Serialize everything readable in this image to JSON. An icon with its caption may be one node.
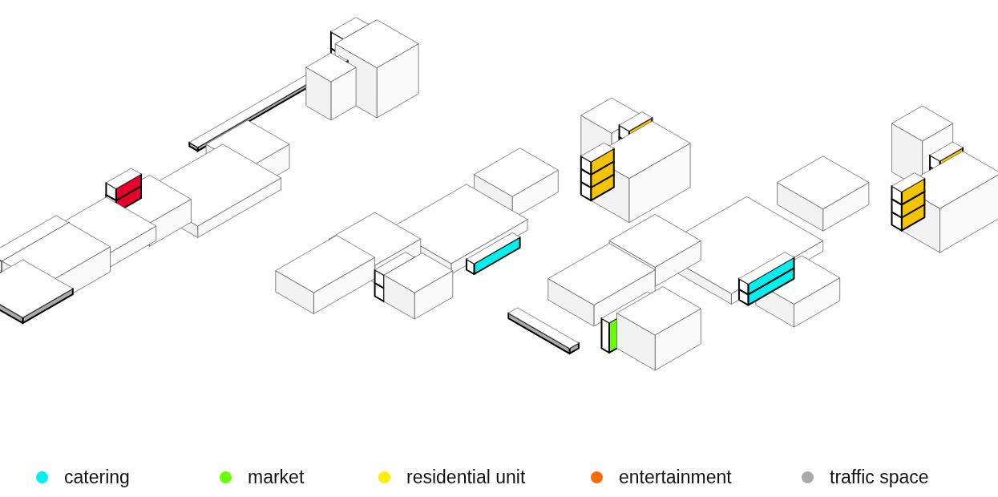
{
  "diagram": {
    "legend": [
      {
        "text": "catering",
        "color": "#00f0f0"
      },
      {
        "text": "market",
        "color": "#66ff00"
      },
      {
        "text": "residential unit",
        "color": "#ffee00"
      },
      {
        "text": "entertainment",
        "color": "#ff6a00"
      },
      {
        "text": "traffic space",
        "color": "#aaaaaa"
      }
    ]
  }
}
